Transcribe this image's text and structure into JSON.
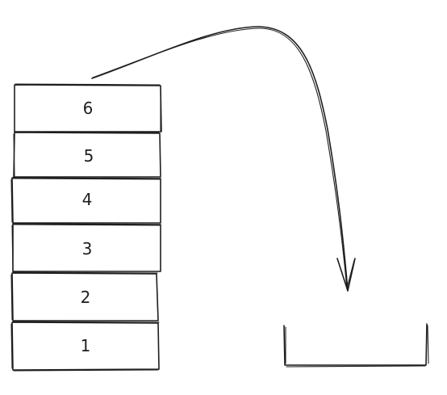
{
  "stack": {
    "blocks": [
      {
        "label": "6"
      },
      {
        "label": "5"
      },
      {
        "label": "4"
      },
      {
        "label": "3"
      },
      {
        "label": "2"
      },
      {
        "label": "1"
      }
    ]
  },
  "colors": {
    "stroke": "#1e1e1e",
    "background": "#ffffff"
  },
  "icons": {
    "arrow": "curved-arrow-icon",
    "target": "empty-container-icon"
  }
}
